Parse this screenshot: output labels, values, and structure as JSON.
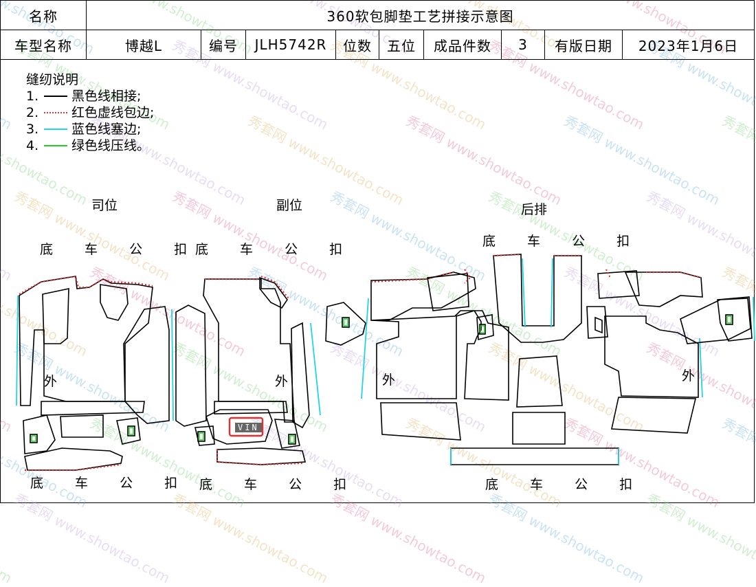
{
  "header": {
    "row1": {
      "name_label": "名称",
      "title": "360软包脚垫工艺拼接示意图"
    },
    "row2": {
      "model_label": "车型名称",
      "model_value": "博越L",
      "code_label": "编号",
      "code_value": "JLH5742R",
      "seat_label": "位数",
      "seat_value": "五位",
      "pieces_label": "成品件数",
      "pieces_value": "3",
      "date_label": "有版日期",
      "date_value": "2023年1月6日"
    }
  },
  "legend": {
    "title": "缝纫说明",
    "items": [
      {
        "num": "1.",
        "color": "#000000",
        "text": "黑色线相接;"
      },
      {
        "num": "2.",
        "color": "#e03030",
        "text": "红色虚线包边;"
      },
      {
        "num": "3.",
        "color": "#21d4e6",
        "text": "蓝色线塞边;"
      },
      {
        "num": "4.",
        "color": "#22cc22",
        "text": "绿色线压线。"
      }
    ]
  },
  "sections": {
    "driver": {
      "title": "司位",
      "top_buckle": "底 车 公 扣",
      "bottom_buckle": "底 车 公 扣",
      "outer": "外"
    },
    "passenger": {
      "title": "副位",
      "top_buckle": "底 车 公 扣",
      "bottom_buckle": "底 车 公 扣",
      "outer": "外",
      "vin": "VIN"
    },
    "rear": {
      "title": "后排",
      "top_buckle": "底 车 公 扣",
      "bottom_buckle": "底 车 公 扣",
      "outer_left": "外",
      "outer_right": "外"
    }
  },
  "watermark": {
    "cn": "秀套网",
    "url": "www.showtao.com"
  }
}
